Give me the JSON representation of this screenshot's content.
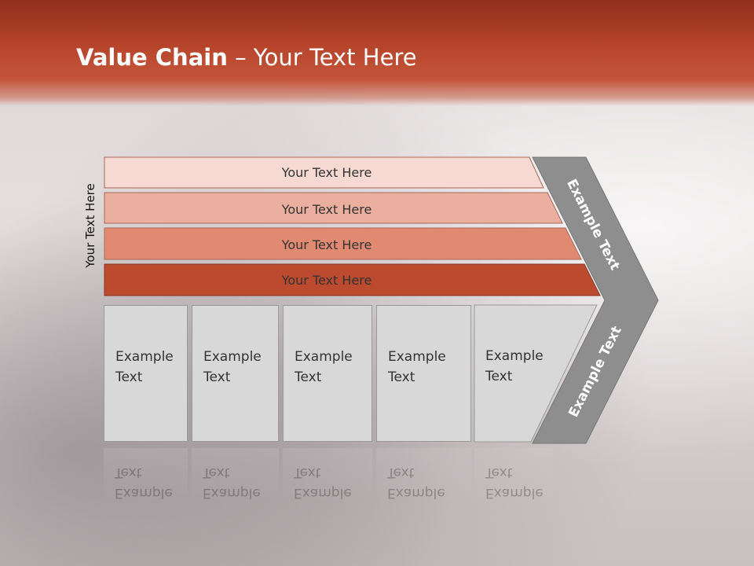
{
  "slide": {
    "title_bold": "Value Chain",
    "title_rest": " – Your Text Here",
    "vertical_label": "Your Text Here"
  },
  "bars": [
    {
      "label": "Your Text Here",
      "color": "#f6d9d3"
    },
    {
      "label": "Your Text Here",
      "color": "#eaaf9f"
    },
    {
      "label": "Your Text Here",
      "color": "#e08a72"
    },
    {
      "label": "Your Text Here",
      "color": "#bb4a2f"
    }
  ],
  "boxes": [
    {
      "line1": "Example",
      "line2": "Text"
    },
    {
      "line1": "Example",
      "line2": "Text"
    },
    {
      "line1": "Example",
      "line2": "Text"
    },
    {
      "line1": "Example",
      "line2": "Text"
    },
    {
      "line1": "Example",
      "line2": "Text"
    }
  ],
  "chevron": {
    "upper_label": "Example Text",
    "lower_label": "Example Text",
    "color": "#8e8e8e"
  }
}
